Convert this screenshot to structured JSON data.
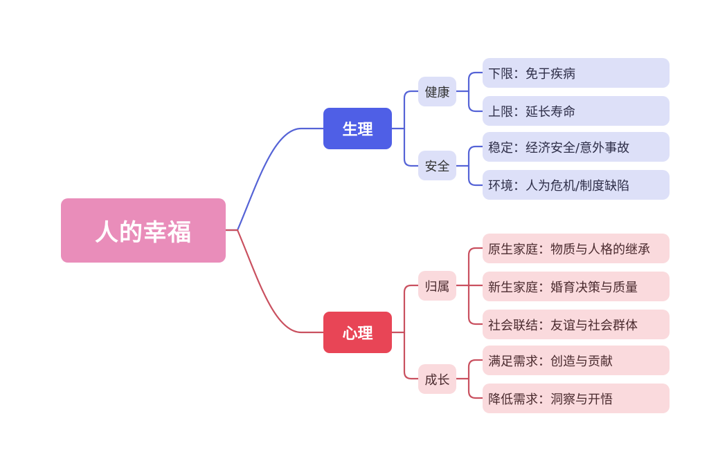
{
  "colors": {
    "root": "#E98DBA",
    "physio": "#4F5FE6",
    "physio_light": "#DDE0F8",
    "physio_line": "#5563D6",
    "psych": "#E84556",
    "psych_light": "#FADADD",
    "psych_line": "#C9505F"
  },
  "root": {
    "label": "人的幸福"
  },
  "branches": [
    {
      "label": "生理",
      "children": [
        {
          "label": "健康",
          "leaves": [
            "下限：免于疾病",
            "上限：延长寿命"
          ]
        },
        {
          "label": "安全",
          "leaves": [
            "稳定：经济安全/意外事故",
            "环境：人为危机/制度缺陷"
          ]
        }
      ]
    },
    {
      "label": "心理",
      "children": [
        {
          "label": "归属",
          "leaves": [
            "原生家庭：物质与人格的继承",
            "新生家庭：婚育决策与质量",
            "社会联结：友谊与社会群体"
          ]
        },
        {
          "label": "成长",
          "leaves": [
            "满足需求：创造与贡献",
            "降低需求：洞察与开悟"
          ]
        }
      ]
    }
  ]
}
